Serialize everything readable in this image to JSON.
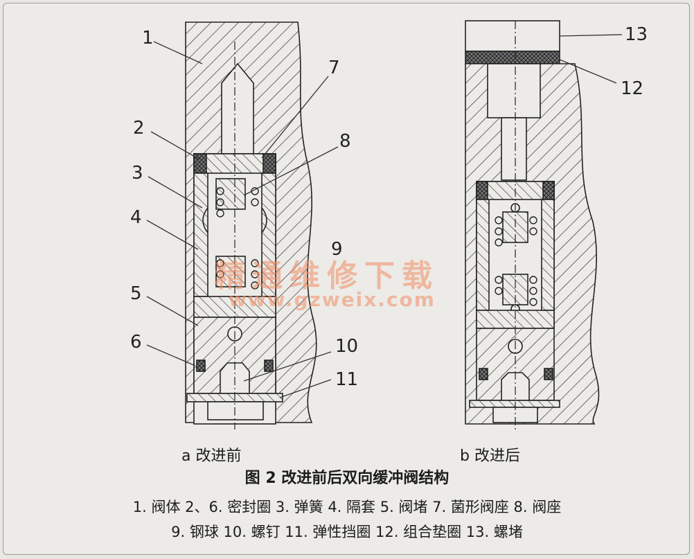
{
  "labels": {
    "n1": "1",
    "n2": "2",
    "n3": "3",
    "n4": "4",
    "n5": "5",
    "n6": "6",
    "n7": "7",
    "n8": "8",
    "n9": "9",
    "n10": "10",
    "n11": "11",
    "n12": "12",
    "n13": "13"
  },
  "sub_a": "a  改进前",
  "sub_b": "b  改进后",
  "figure_title": "图 2   改进前后双向缓冲阀结构",
  "legend_line1": "1. 阀体  2、6. 密封圈  3. 弹簧  4. 隔套  5. 阀堵  7. 菌形阀座  8. 阀座",
  "legend_line2": "9. 钢球  10. 螺钉    11. 弹性挡圈  12. 组合垫圈  13. 螺堵",
  "watermark_cn": "精通维修下载",
  "watermark_url": "www.gzweix.com"
}
